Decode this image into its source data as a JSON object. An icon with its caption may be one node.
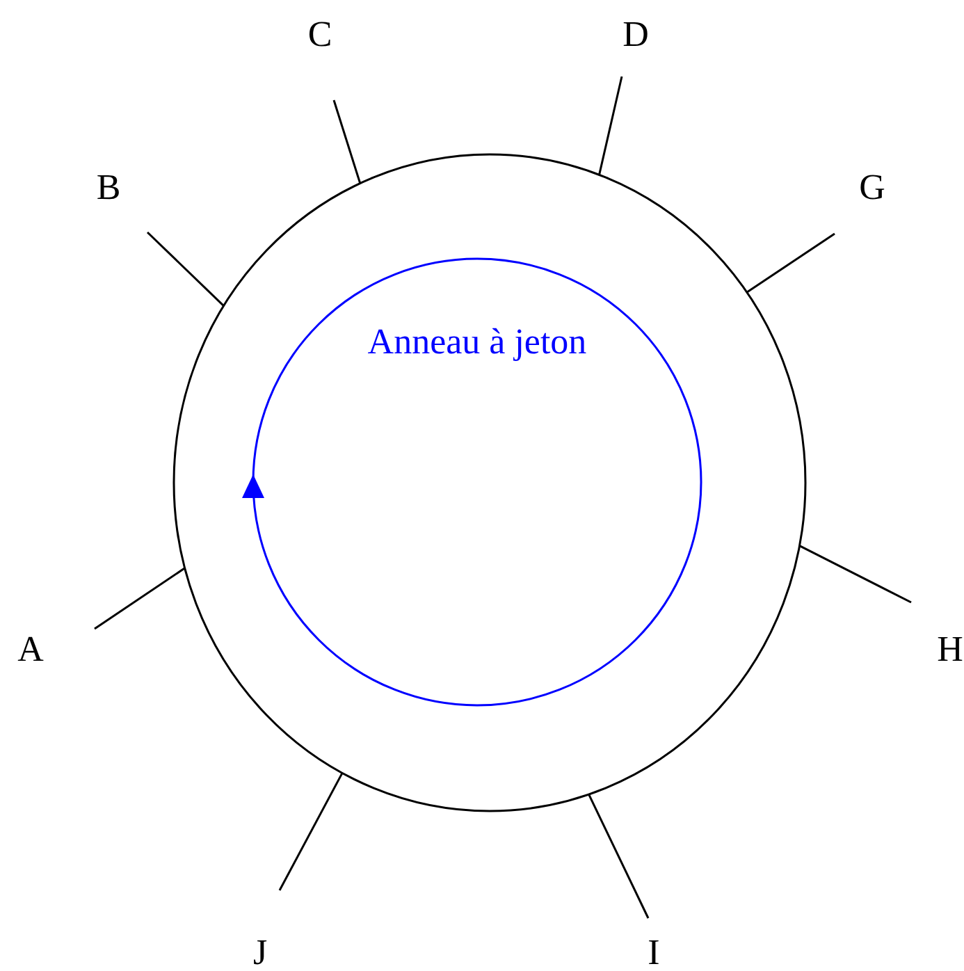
{
  "diagram": {
    "nodes": [
      {
        "text": [],
        "shape": "circle"
      },
      {
        "text": [
          "Anneau à jeton"
        ],
        "in": 0
      },
      {
        "text": [
          "C"
        ]
      },
      {
        "text": [
          "D"
        ]
      },
      {
        "text": [
          "B"
        ]
      },
      {
        "text": [
          "G"
        ]
      },
      {
        "text": [
          "A"
        ]
      },
      {
        "text": [
          "H"
        ]
      },
      {
        "text": [
          "J"
        ]
      },
      {
        "text": [
          "I"
        ]
      }
    ],
    "edges": [
      {
        "from": 2,
        "to": 0,
        "arrow": "none"
      },
      {
        "from": 3,
        "to": 0,
        "arrow": "none"
      },
      {
        "from": 4,
        "to": 0,
        "arrow": "none"
      },
      {
        "from": 5,
        "to": 0,
        "arrow": "none"
      },
      {
        "from": 6,
        "to": 0,
        "arrow": "none"
      },
      {
        "from": 7,
        "to": 0,
        "arrow": "none"
      },
      {
        "from": 8,
        "to": 0,
        "arrow": "none"
      },
      {
        "from": 9,
        "to": 0,
        "arrow": "none"
      }
    ]
  }
}
